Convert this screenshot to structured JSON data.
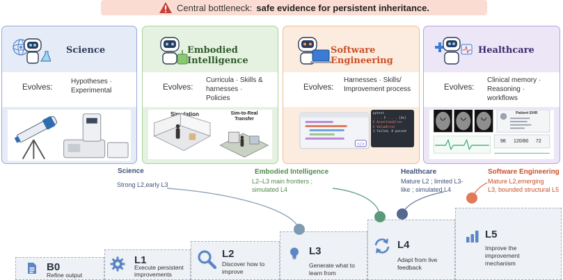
{
  "banner": {
    "prefix": "Central bottleneck:",
    "emphasis": "safe evidence for persistent inheritance."
  },
  "cards": {
    "science": {
      "title": "Science",
      "evolves_label": "Evolves:",
      "evolves_text": "Hypotheses · Experimental"
    },
    "embodied": {
      "title": "Embodied Intelligence",
      "evolves_label": "Evolves:",
      "evolves_text": "Curricula · Skills & harnesses · Policies",
      "sim_label": "Simulation",
      "transfer_label": "Sim-to-Real Transfer"
    },
    "software": {
      "title": "Software Engineering",
      "evolves_label": "Evolves:",
      "evolves_text": "Harnesses · Skills/ Improvement process",
      "terminal_lines": [
        "pytest",
        ". . . F . . .          [3%]",
        "E  AssertionError",
        "E  ValueError",
        "1 failed, 8 passed"
      ]
    },
    "health": {
      "title": "Healthcare",
      "evolves_label": "Evolves:",
      "evolves_text": "Clinical memory · Reasoning · workflows",
      "vitals": [
        "98",
        "120/80",
        "72"
      ],
      "record_title": "Patient EHR"
    }
  },
  "notes": {
    "science": {
      "title": "Science",
      "text": "Strong L2,early L3",
      "color": "#3d4f7a"
    },
    "embodied": {
      "title": "Embodied Intelligence",
      "text1": "L2–L3 main frontiers ;",
      "text2": "simulated L4",
      "color": "#4f8a4a"
    },
    "health": {
      "title": "Healthcare",
      "text1": "Mature L2 ; limited L3-",
      "text2": "like ; simulated L4",
      "color": "#3d4f7a"
    },
    "software": {
      "title": "Software Engineering",
      "text1": "Mature L2,emerging",
      "text2": "L3, bounded structural L5",
      "color": "#c9502a"
    }
  },
  "levels": [
    {
      "name": "B0",
      "desc1": "Refine output",
      "desc2": "",
      "icon": "document-icon"
    },
    {
      "name": "L1",
      "desc1": "Execute persistent",
      "desc2": "improvements",
      "icon": "gear-icon"
    },
    {
      "name": "L2",
      "desc1": "Discover how to",
      "desc2": "improve",
      "icon": "search-icon"
    },
    {
      "name": "L3",
      "desc1": "Generate what to",
      "desc2": "learn from",
      "icon": "lightbulb-icon"
    },
    {
      "name": "L4",
      "desc1": "Adapt from live",
      "desc2": "feedback",
      "icon": "cycle-icon"
    },
    {
      "name": "L5",
      "desc1": "Improve the",
      "desc2": "improvement",
      "desc3": "mechanism",
      "icon": "bar-chart-icon"
    }
  ],
  "colors": {
    "science": "#3d4f7a",
    "embodied": "#4f8a4a",
    "health": "#3d4f7a",
    "software": "#c9502a",
    "marker_science": "#7f9bb3",
    "marker_embodied": "#5a9a7a",
    "marker_health": "#54698f",
    "marker_software": "#e07b5a"
  }
}
